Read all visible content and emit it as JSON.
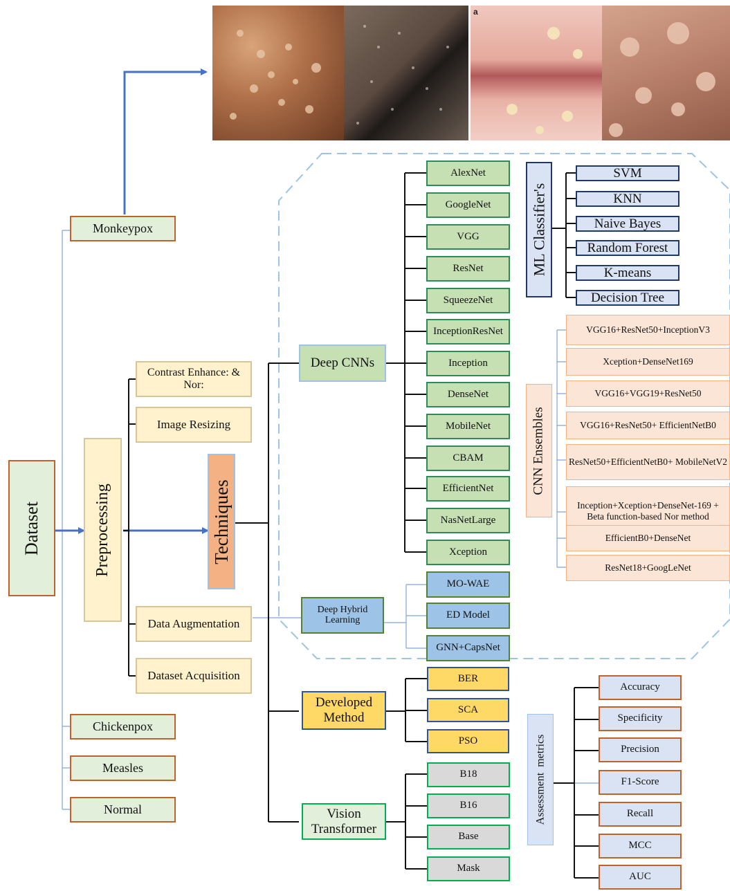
{
  "root": {
    "dataset": "Dataset",
    "preprocessing": "Preprocessing",
    "techniques": "Techniques"
  },
  "classes": [
    "Monkeypox",
    "Chickenpox",
    "Measles",
    "Normal"
  ],
  "photos": {
    "panel_label": "a",
    "names": [
      "lesion-photo-face",
      "lesion-photo-body",
      "lesion-photo-lips",
      "lesion-photo-closeup"
    ]
  },
  "preprocessing_steps": [
    "Contrast Enhance: & Nor:",
    "Image Resizing",
    "Data Augmentation",
    "Dataset Acquisition"
  ],
  "deep_cnns": {
    "label": "Deep CNNs",
    "models": [
      "AlexNet",
      "GoogleNet",
      "VGG",
      "ResNet",
      "SqueezeNet",
      "InceptionResNet",
      "Inception",
      "DenseNet",
      "MobileNet",
      "CBAM",
      "EfficientNet",
      "NasNetLarge",
      "Xception"
    ]
  },
  "ml_classifiers": {
    "label": "ML Classifier's",
    "items": [
      "SVM",
      "KNN",
      "Naive Bayes",
      "Random Forest",
      "K-means",
      "Decision Tree"
    ]
  },
  "cnn_ensembles": {
    "label": "CNN Ensembles",
    "items": [
      "VGG16+ResNet50+InceptionV3",
      "Xception+DenseNet169",
      "VGG16+VGG19+ResNet50",
      "VGG16+ResNet50+ EfficientNetB0",
      "ResNet50+EfficientNetB0+ MobileNetV2",
      "Inception+Xception+DenseNet-169 + Beta function-based Nor method",
      "EfficientB0+DenseNet",
      "ResNet18+GoogLeNet"
    ]
  },
  "deep_hybrid": {
    "label": "Deep Hybrid Learning",
    "items": [
      "MO-WAE",
      "ED Model",
      "GNN+CapsNet"
    ]
  },
  "developed_method": {
    "label": "Developed Method",
    "items": [
      "BER",
      "SCA",
      "PSO"
    ]
  },
  "vision_transformer": {
    "label": "Vision Transformer",
    "items": [
      "B18",
      "B16",
      "Base",
      "Mask"
    ]
  },
  "assessment": {
    "label": "Assessment  metrics",
    "items": [
      "Accuracy",
      "Specificity",
      "Precision",
      "F1-Score",
      "Recall",
      "MCC",
      "AUC"
    ]
  },
  "colors": {
    "green_fill": "#c6e0b4",
    "green_border": "#2e8b57",
    "orange_border": "#c0622a",
    "class_fill": "#e2efda",
    "prep_fill": "#fff2cc",
    "prep_border": "#d6c69a",
    "tech_fill": "#f4b183",
    "tech_border": "#9dc3e6",
    "blue_fill": "#dae3f3",
    "blue_border": "#1f3864",
    "hybrid_fill": "#9dc3e6",
    "hybrid_border": "#548235",
    "ens_fill": "#fbe5d6",
    "ens_border": "#f4b183",
    "gold_fill": "#ffd966",
    "gold_border": "#2f5597",
    "gray_fill": "#d9d9d9",
    "vit_border": "#00b050",
    "arrow": "#4472c4",
    "dash": "#9dc3e6"
  }
}
